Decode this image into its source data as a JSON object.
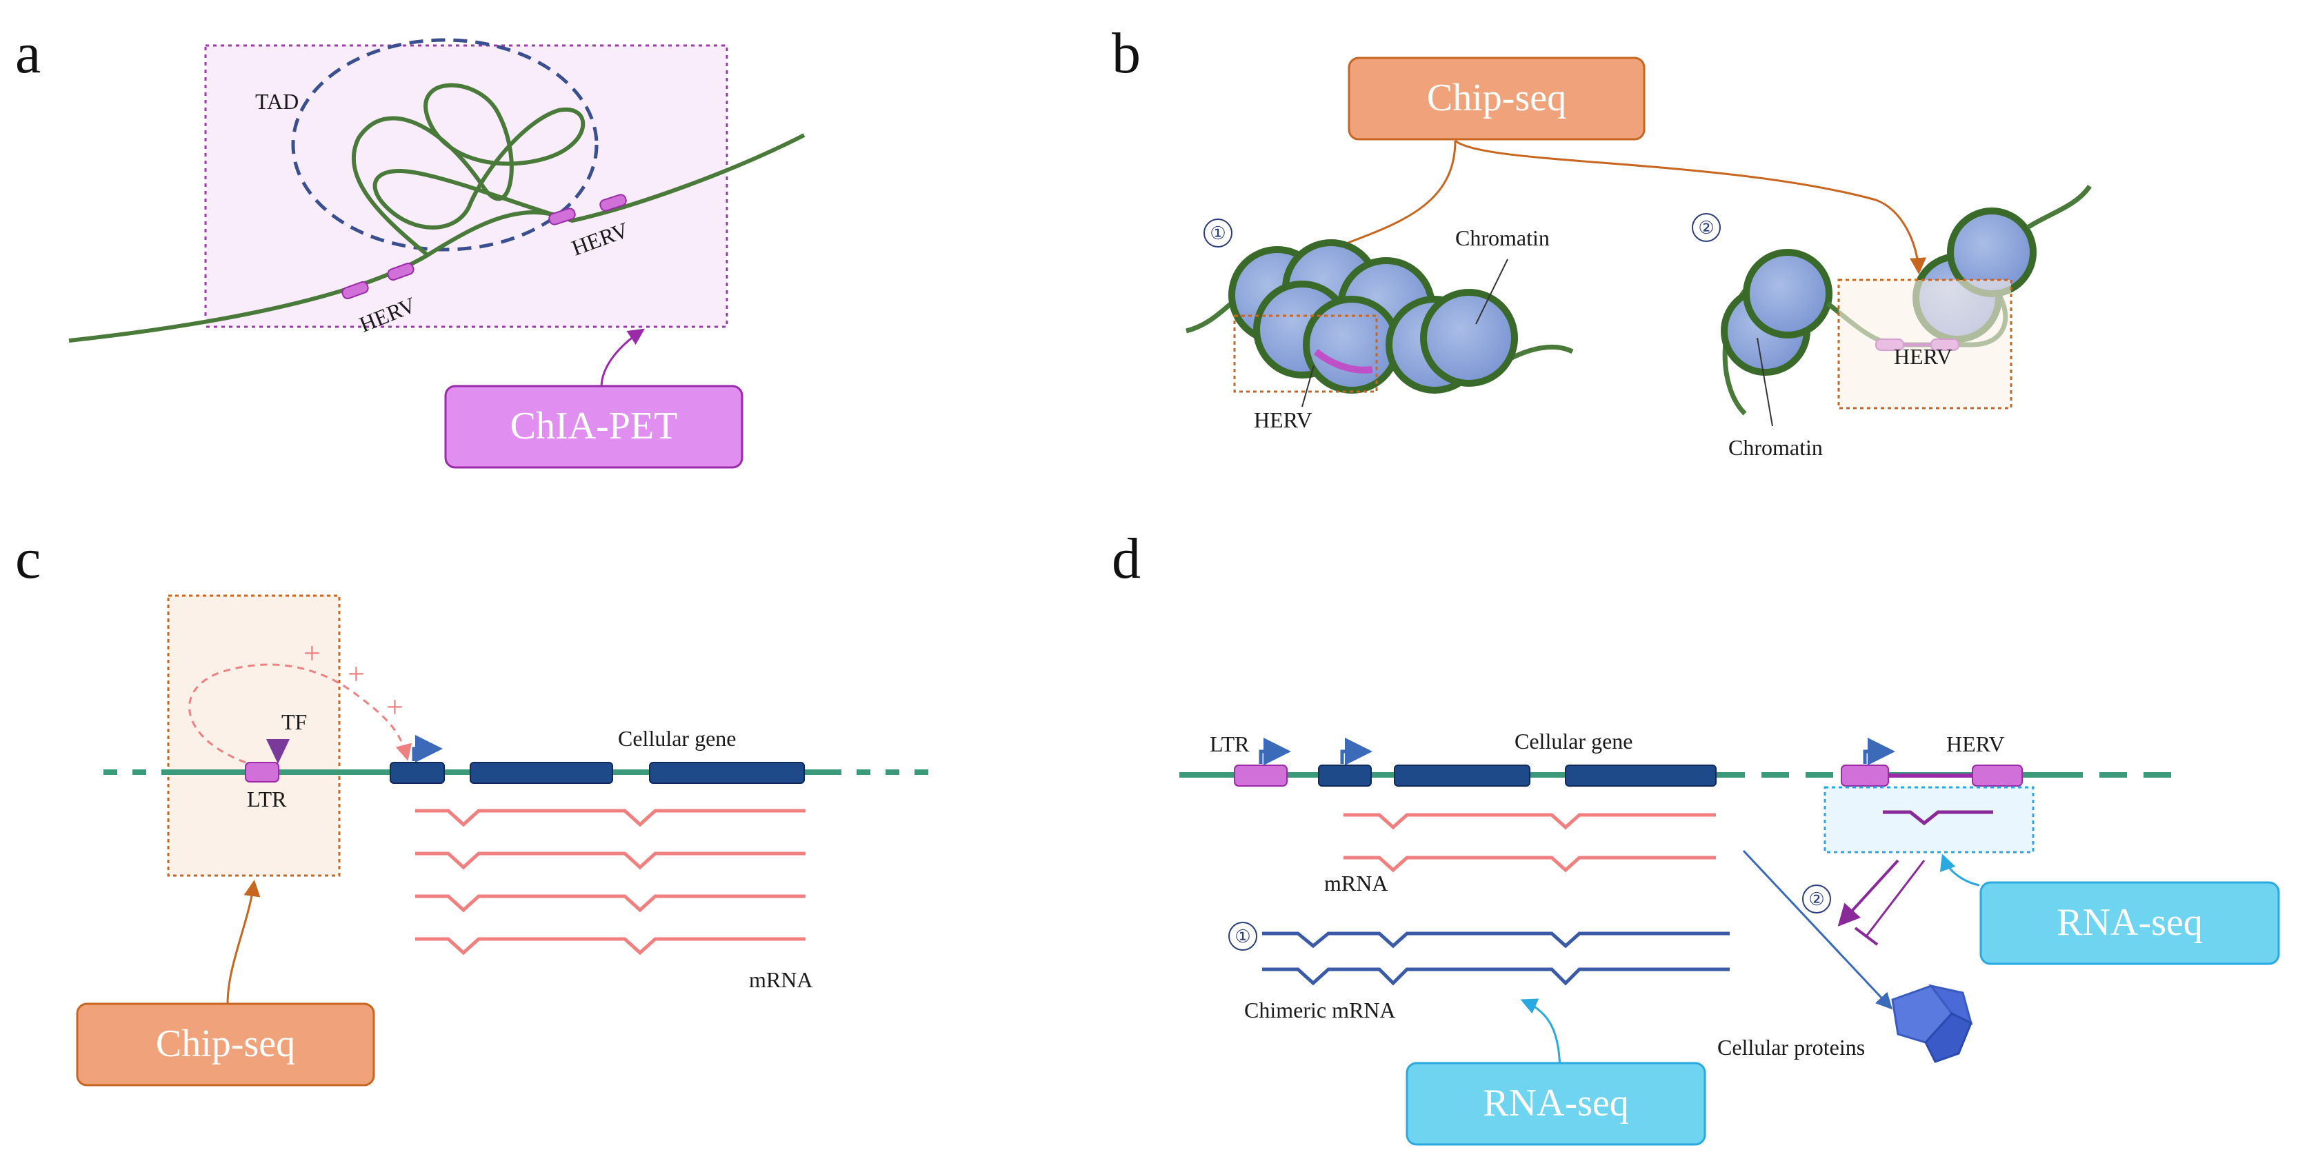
{
  "colors": {
    "chromatin_green": "#4a7a3a",
    "dna_teal": "#3a9a7a",
    "herv_magenta": "#c050c8",
    "tad_blue": "#3a4f8f",
    "nucleosome_blue": "#8ea6dc",
    "chipseq_orange": "#f0a37a",
    "chiapet_purple": "#e08ff0",
    "rnaseq_cyan": "#6fd4f0",
    "mrna_red": "#f08080",
    "chimeric_blue": "#3a5aa8",
    "exon_navy": "#1f4a8a"
  },
  "panel_a": {
    "letter": "a",
    "tad_label": "TAD",
    "herv_label_1": "HERV",
    "herv_label_2": "HERV",
    "method": "ChIA-PET"
  },
  "panel_b": {
    "letter": "b",
    "method": "Chip-seq",
    "num_1": "①",
    "num_2": "②",
    "chromatin_label_1": "Chromatin",
    "chromatin_label_2": "Chromatin",
    "herv_label_1": "HERV",
    "herv_label_2": "HERV"
  },
  "panel_c": {
    "letter": "c",
    "tf_label": "TF",
    "ltr_label": "LTR",
    "gene_label": "Cellular gene",
    "mrna_label": "mRNA",
    "method": "Chip-seq",
    "plus_sign": "+"
  },
  "panel_d": {
    "letter": "d",
    "ltr_label": "LTR",
    "gene_label": "Cellular gene",
    "herv_label": "HERV",
    "mrna_label": "mRNA",
    "chimeric_label": "Chimeric mRNA",
    "num_1": "①",
    "num_2": "②",
    "proteins_label": "Cellular proteins",
    "method_1": "RNA-seq",
    "method_2": "RNA-seq"
  }
}
